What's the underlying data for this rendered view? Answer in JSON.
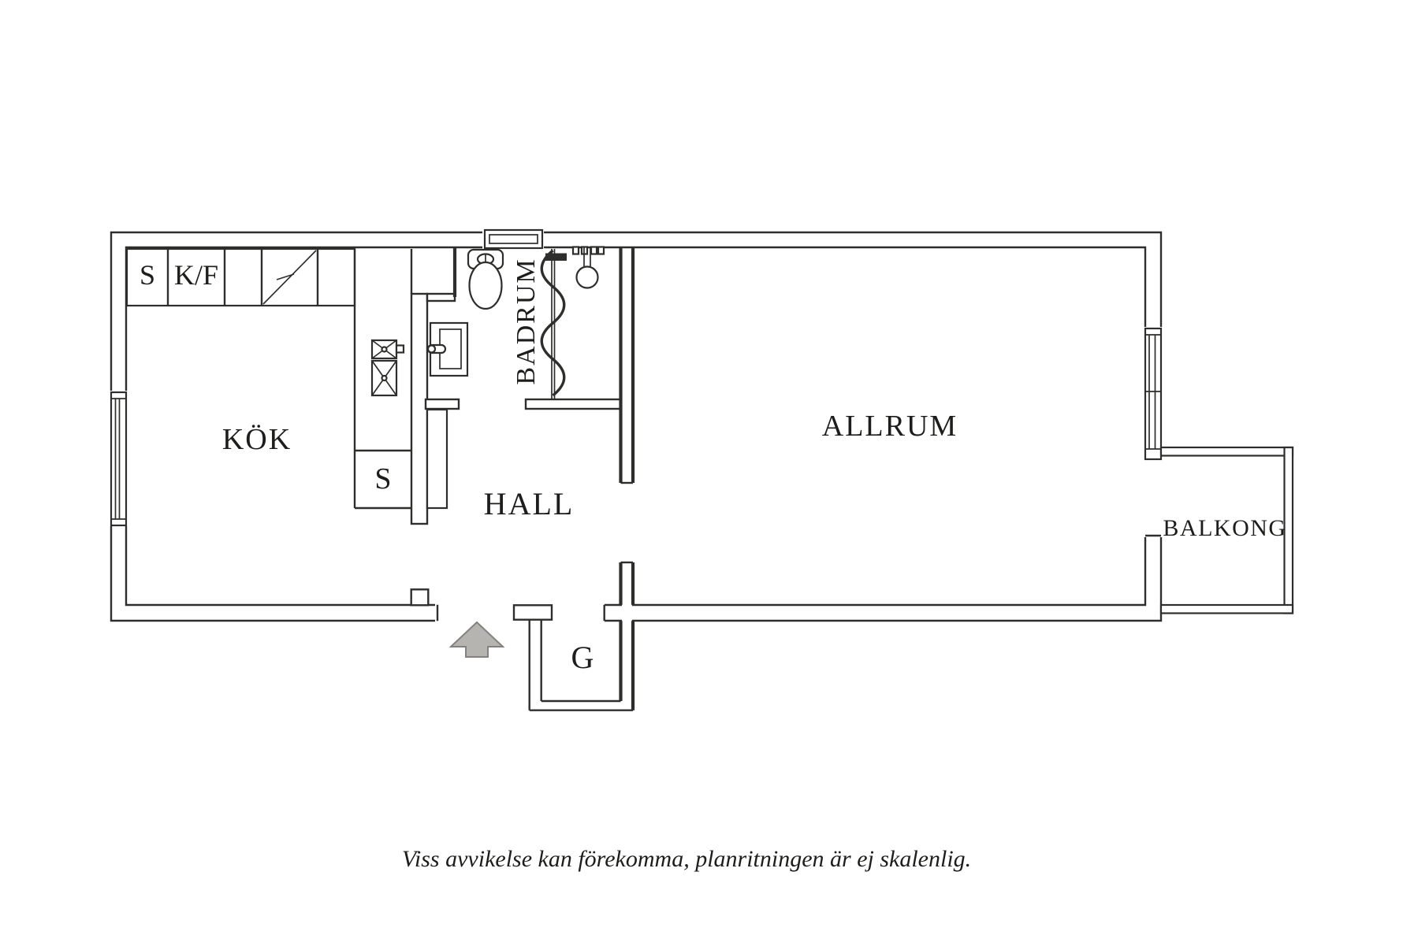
{
  "plan": {
    "caption": "Viss avvikelse kan förekomma, planritningen är ej skalenlig.",
    "rooms": {
      "kitchen": {
        "label": "KÖK"
      },
      "hall": {
        "label": "HALL"
      },
      "bathroom": {
        "label": "BADRUM"
      },
      "living_room": {
        "label": "ALLRUM"
      },
      "balcony": {
        "label": "BALKONG"
      },
      "entry_nook": {
        "label": "G"
      }
    },
    "fixtures": {
      "cabinet_s": {
        "label": "S"
      },
      "cabinet_kf": {
        "label": "K/F"
      },
      "closet_s": {
        "label": "S"
      }
    },
    "icons": {
      "entry_arrow": "up-arrow-icon",
      "toilet": "toilet-icon",
      "washbasin": "washbasin-icon",
      "shower": "shower-icon",
      "kitchen_sink": "double-sink-icon",
      "windows": "window-symbol"
    },
    "colors": {
      "line": "#2e2e2c",
      "label": "#1d1d1b",
      "arrow_fill": "#b5b4b0",
      "arrow_stroke": "#83827e",
      "background": "#ffffff"
    }
  }
}
